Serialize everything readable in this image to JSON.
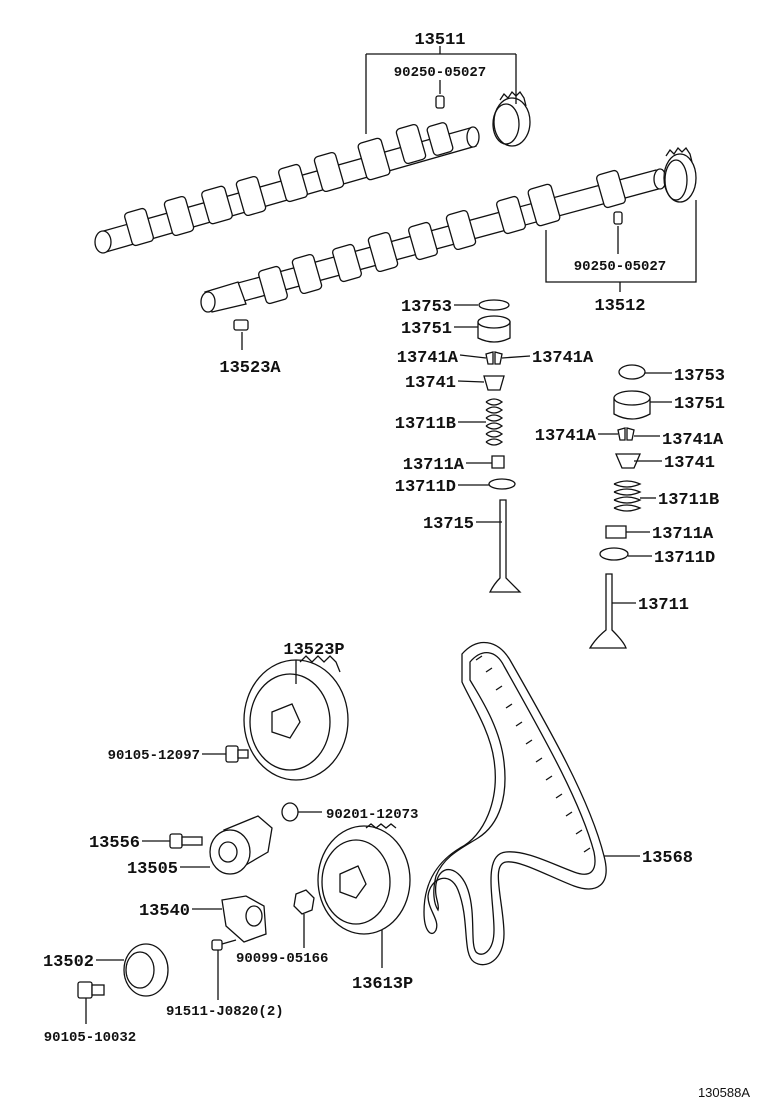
{
  "diagram": {
    "ref_code": "130588A",
    "labels": {
      "camshaft_exhaust": "13511",
      "knock_pin_upper": "90250-05027",
      "camshaft_intake": "13512",
      "knock_pin_lower": "90250-05027",
      "plug": "13523A",
      "shim_l": "13753",
      "lifter_l": "13751",
      "keeper_l1": "13741A",
      "keeper_l2": "13741A",
      "retainer_l": "13741",
      "spring_l": "13711B",
      "seat_l": "13711A",
      "washer_l": "13711D",
      "valve_exhaust": "13715",
      "shim_r": "13753",
      "lifter_r": "13751",
      "keeper_r1": "13741A",
      "keeper_r2": "13741A",
      "retainer_r": "13741",
      "spring_r": "13711B",
      "seat_r": "13711A",
      "washer_r": "13711D",
      "valve_intake": "13711",
      "cam_pulley": "13523P",
      "pulley_bolt": "90105-12097",
      "washer_seal": "90201-12073",
      "idler_bolt": "13556",
      "tensioner": "13505",
      "tensioner_bracket": "13540",
      "idler_pulley": "13502",
      "idler_pulley_bolt": "90105-10032",
      "stud_bolt": "91511-J0820(2)",
      "nut": "90099-05166",
      "crank_pulley": "13613P",
      "timing_belt": "13568"
    }
  }
}
